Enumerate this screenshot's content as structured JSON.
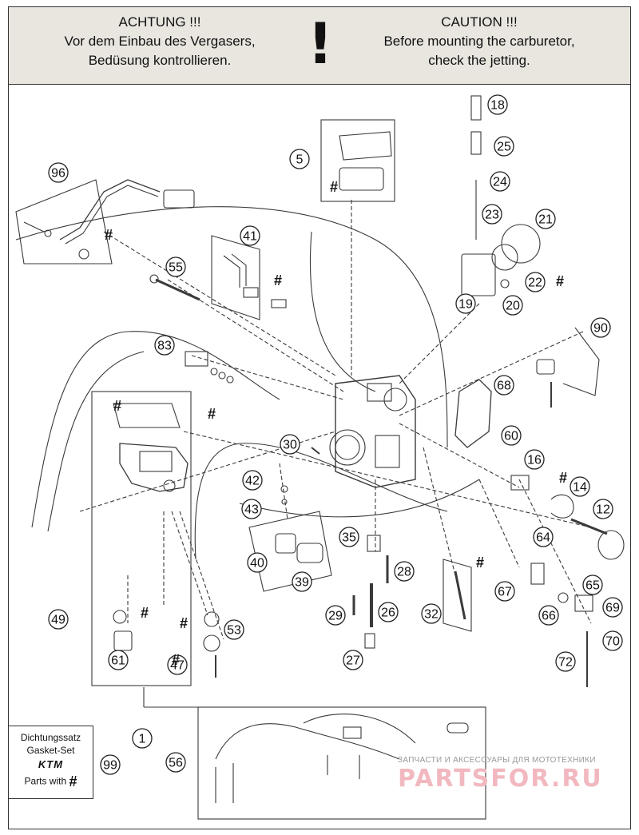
{
  "warning": {
    "german": {
      "title": "ACHTUNG !!!",
      "line1": "Vor dem Einbau des Vergasers,",
      "line2": "Bedüsung kontrollieren."
    },
    "english": {
      "title": "CAUTION !!!",
      "line1": "Before mounting the carburetor,",
      "line2": "check the jetting."
    },
    "symbol": "!"
  },
  "callouts": [
    "96",
    "5",
    "18",
    "25",
    "24",
    "23",
    "21",
    "41",
    "55",
    "22",
    "19",
    "20",
    "90",
    "83",
    "68",
    "60",
    "30",
    "16",
    "42",
    "14",
    "43",
    "12",
    "35",
    "64",
    "40",
    "39",
    "28",
    "32",
    "65",
    "67",
    "29",
    "26",
    "66",
    "69",
    "70",
    "49",
    "53",
    "61",
    "47",
    "27",
    "72",
    "1",
    "56",
    "99"
  ],
  "hash_mark": "#",
  "kit_box": {
    "line1": "Dichtungssatz",
    "line2": "Gasket-Set",
    "logo": "KTM",
    "line3": "Parts with"
  },
  "watermark": {
    "top": "ЗАПЧАСТИ И АКСЕССУАРЫ ДЛЯ МОТОТЕХНИКИ",
    "main": "PARTSFOR.RU"
  },
  "colors": {
    "line": "#3a3a3a",
    "banner": "#e8e6df",
    "watermark": "#f2b8c0"
  }
}
